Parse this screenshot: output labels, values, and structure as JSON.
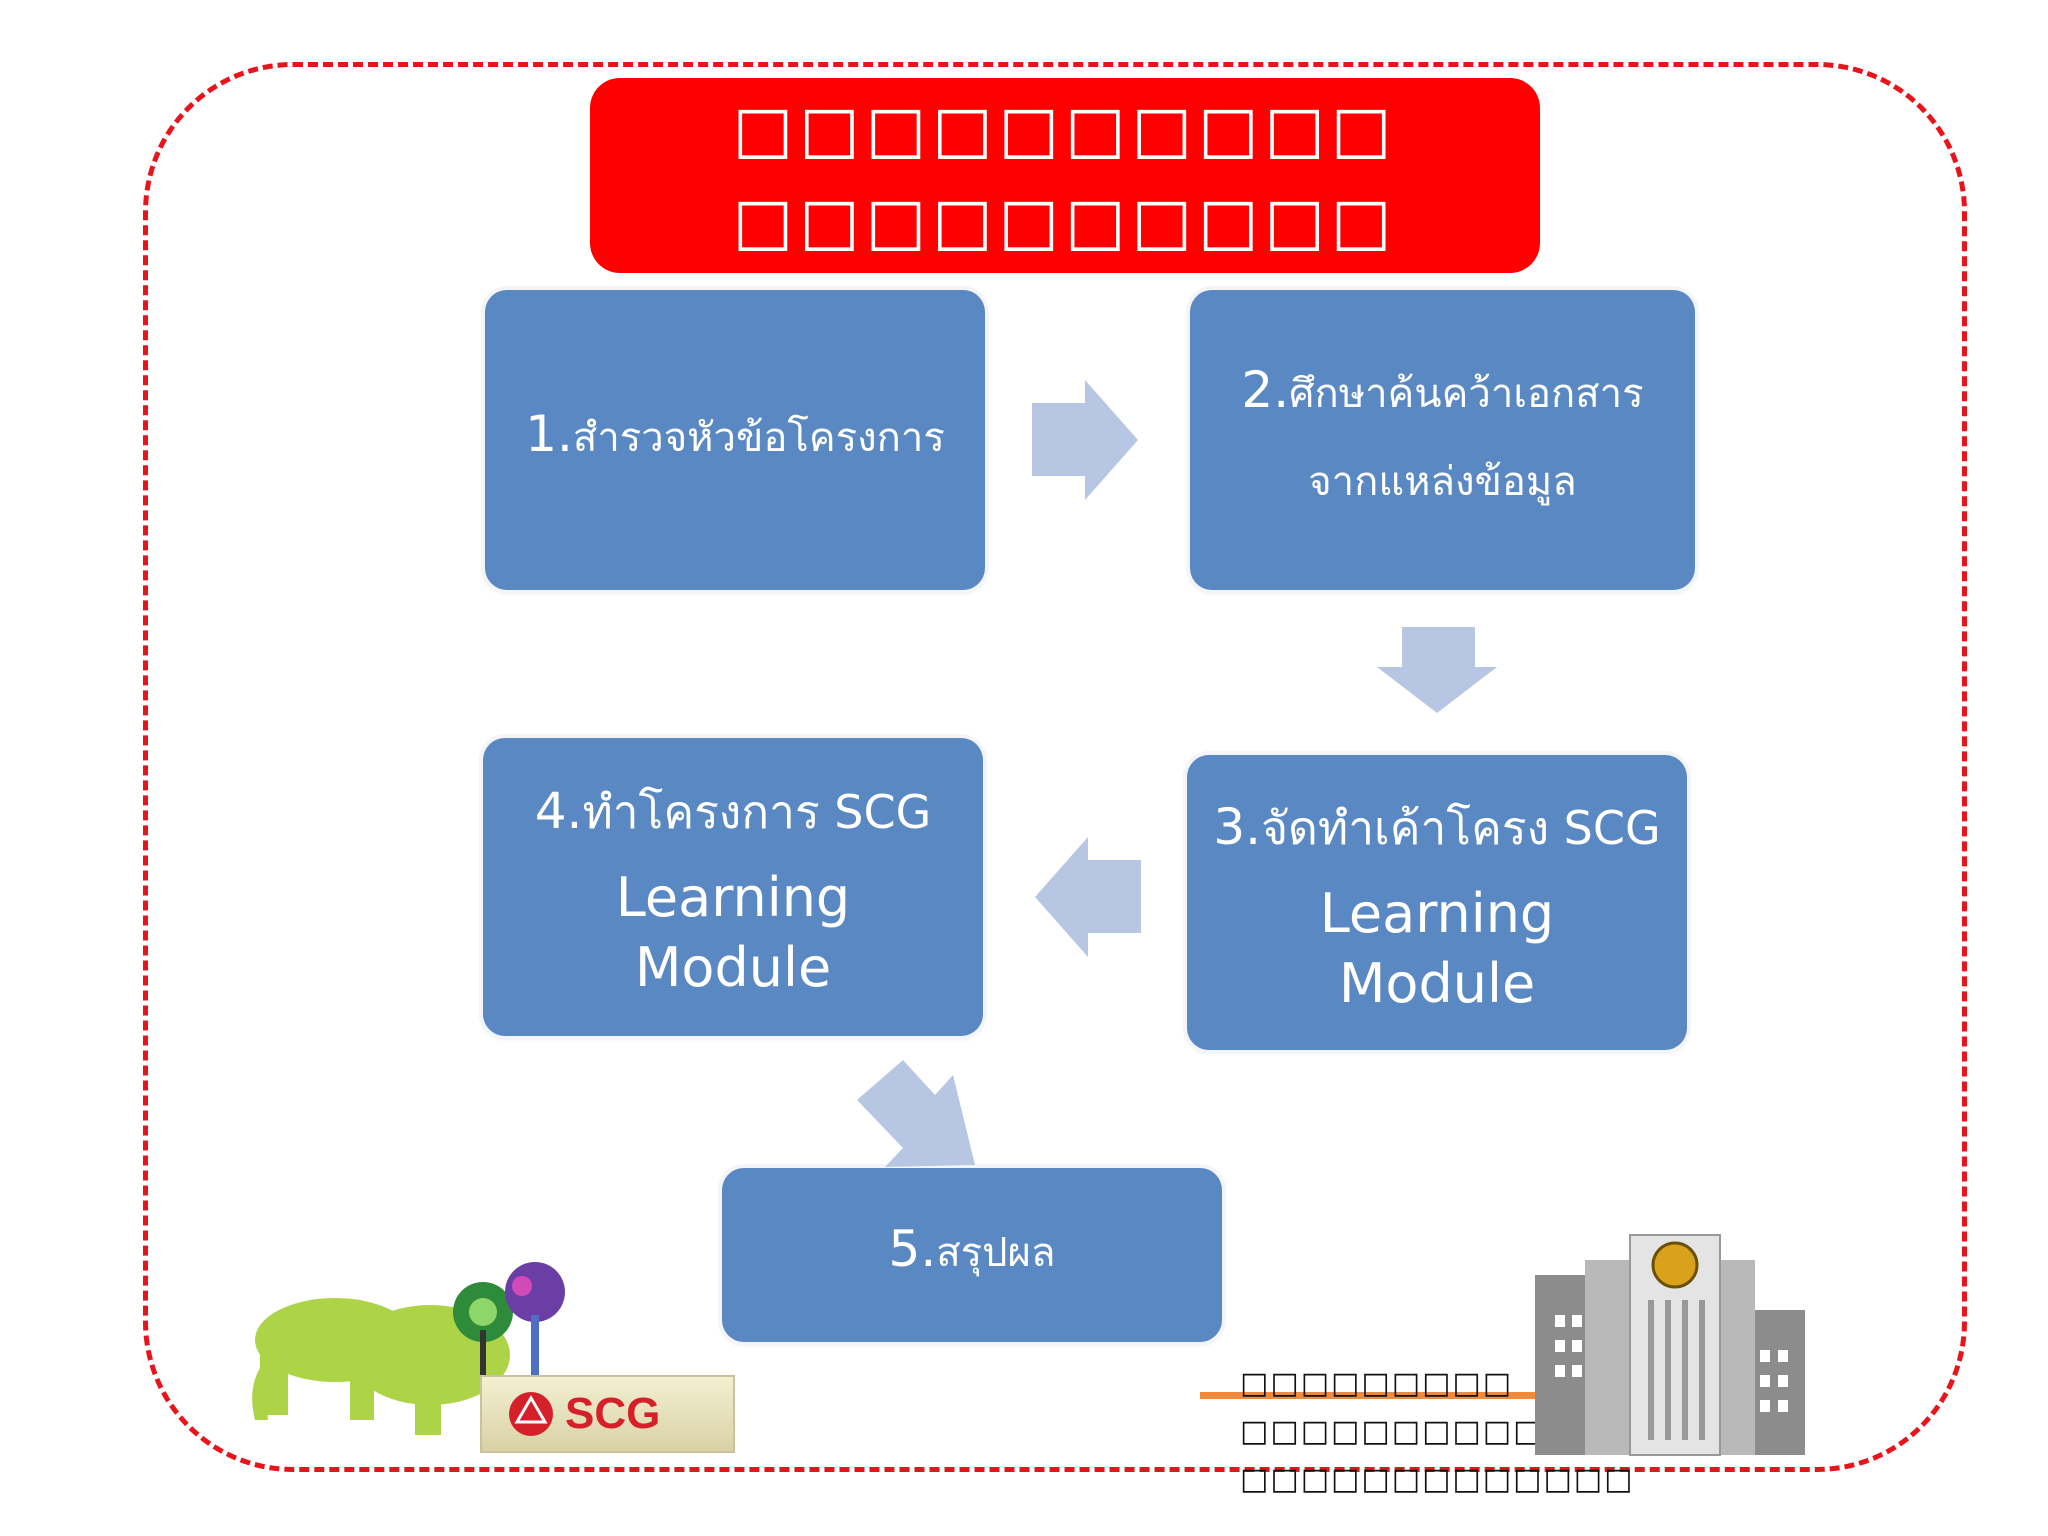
{
  "title": {
    "line1": "□□□□□□□□□□",
    "line2": "□□□□□□□□□□"
  },
  "steps": [
    {
      "num": "1.",
      "text": "สำรวจหัวข้อโครงการ"
    },
    {
      "num": "2.",
      "text": "ศึกษาค้นคว้าเอกสาร",
      "text2": "จากแหล่งข้อมูล"
    },
    {
      "num": "3.",
      "text": "จัดทำเค้าโครง SCG",
      "en1": "Learning",
      "en2": "Module"
    },
    {
      "num": "4.",
      "text": "ทำโครงการ SCG",
      "en1": "Learning",
      "en2": "Module"
    },
    {
      "num": "5.",
      "text": "สรุปผล"
    }
  ],
  "logo": {
    "brand": "SCG"
  },
  "school": {
    "line1": "□□□□□□□□□",
    "line2": "□□□□□□□□□□□□□",
    "line3": "□□□□□□□□□□□□□"
  },
  "colors": {
    "frame": "#e8141c",
    "title_bg": "#fe0000",
    "step_bg": "#5a88c2",
    "arrow": "#b7c6e2"
  }
}
